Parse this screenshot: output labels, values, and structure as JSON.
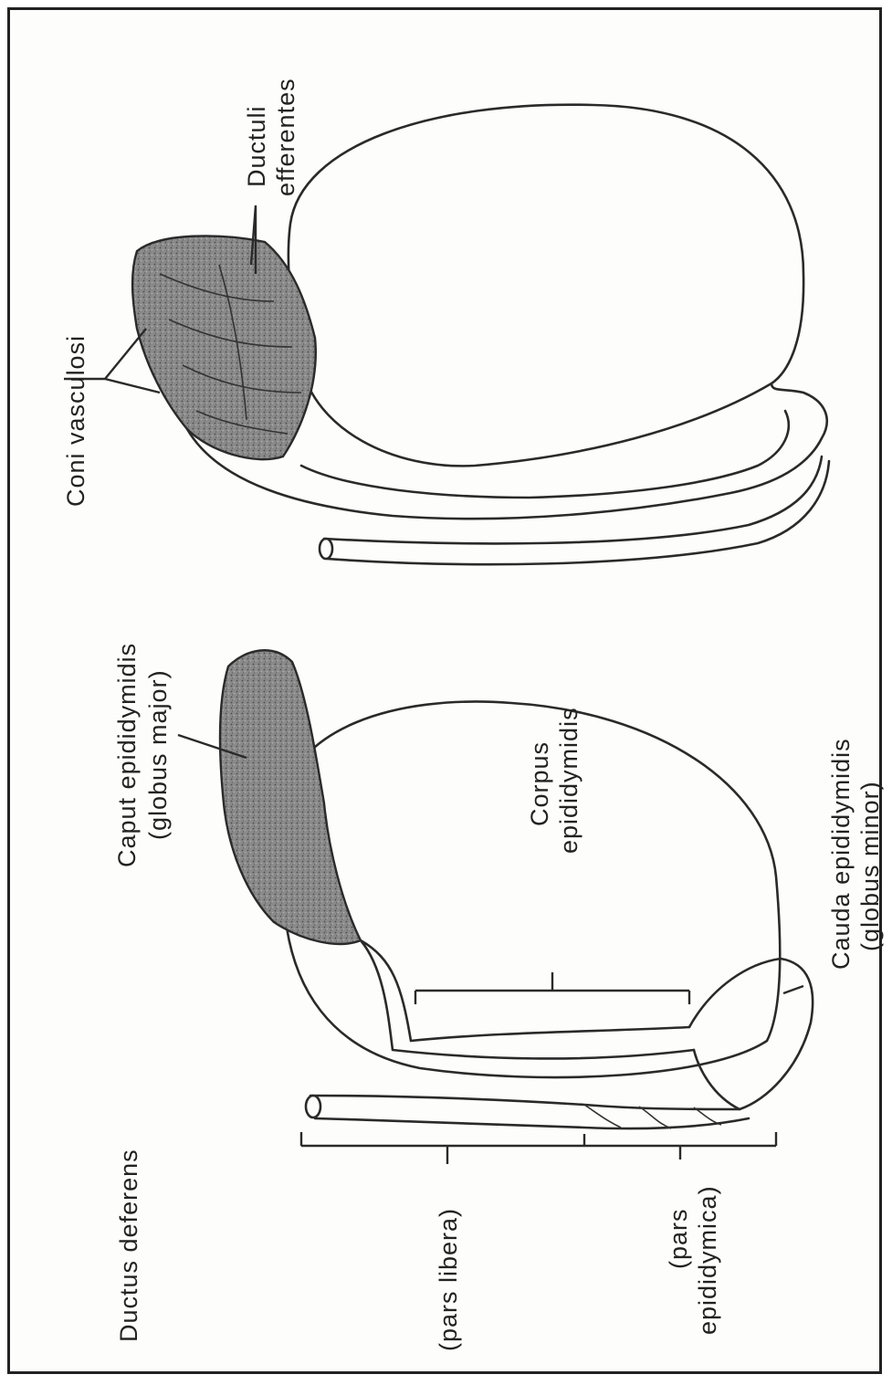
{
  "labels": {
    "coni_vasculosi": "Coni vasculosi",
    "ductuli_efferentes_1": "Ductuli",
    "ductuli_efferentes_2": "efferentes",
    "caput_1": "Caput epididymidis",
    "caput_2": "(globus major)",
    "corpus_1": "Corpus",
    "corpus_2": "epididymidis",
    "cauda_1": "Cauda epididymidis",
    "cauda_2": "(globus minor)",
    "ductus_deferens": "Ductus deferens",
    "pars_libera": "(pars libera)",
    "pars_epididymica_1": "(pars",
    "pars_epididymica_2": "epididymica)"
  },
  "colors": {
    "ink": "#2a2a2a",
    "shade": "#7a7a7a",
    "paper": "#fdfdfb"
  }
}
